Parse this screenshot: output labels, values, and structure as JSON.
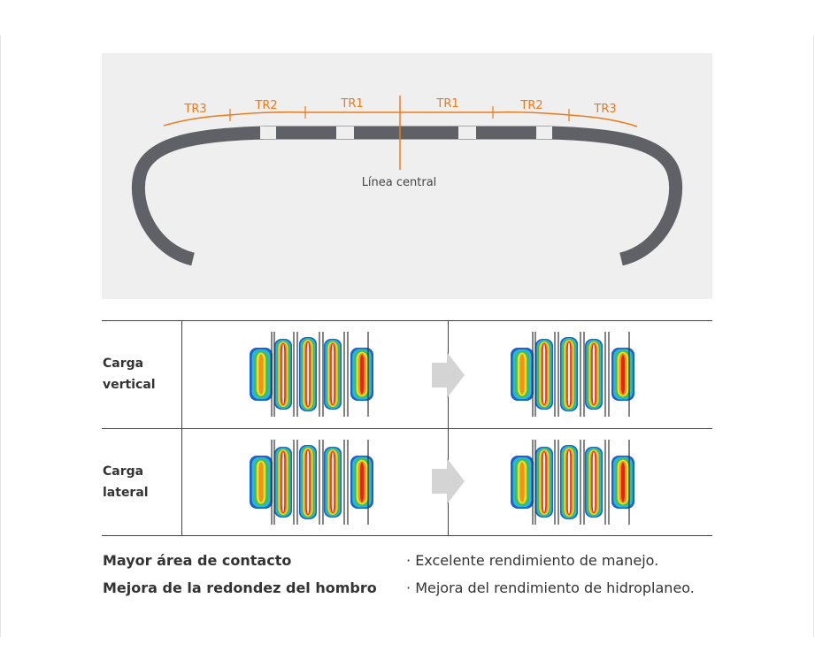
{
  "diagram": {
    "zones": [
      "TR3",
      "TR2",
      "TR1",
      "TR1",
      "TR2",
      "TR3"
    ],
    "centerline_label": "Línea central",
    "accent": "#ee7a1a",
    "tire_color": "#5f6166"
  },
  "table": {
    "rows": [
      {
        "label_line1": "Carga",
        "label_line2": "vertical"
      },
      {
        "label_line1": "Carga",
        "label_line2": "lateral"
      }
    ]
  },
  "summary": {
    "left": [
      "Mayor área de contacto",
      "Mejora de la redondez del hombro"
    ],
    "right": [
      "Excelente rendimiento de manejo.",
      "Mejora del rendimiento de hidroplaneo."
    ],
    "bullet": "·"
  }
}
